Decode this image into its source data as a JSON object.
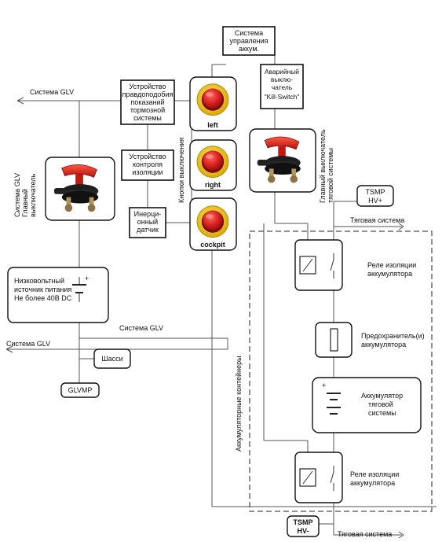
{
  "labels": {
    "glv_system_top": "Система GLV",
    "brake_plausibility": [
      "Устройство",
      "правдоподобия",
      "показаний",
      "тормозной",
      "системы"
    ],
    "insulation_monitor": [
      "Устройство",
      "контроля",
      "изоляции"
    ],
    "inertia_sensor": [
      "Инерци-",
      "онный",
      "датчик"
    ],
    "shutdown_buttons": "Кнопки выключения",
    "btn_left": "left",
    "btn_right": "right",
    "btn_cockpit": "cockpit",
    "accum_management": [
      "Система",
      "управления",
      "аккум."
    ],
    "kill_switch": [
      "Аварийный",
      "выклю-",
      "чатель",
      "\"Kill-Switch\""
    ],
    "main_switch_tractive": [
      "Главный выключатель",
      "тяговой системы"
    ],
    "main_switch_glv": [
      "Система GLV",
      "Главный",
      "выключатель"
    ],
    "tsmp_hv_plus": [
      "TSMP",
      "HV+"
    ],
    "tractive_system_top": "Тяговая система",
    "lv_source": [
      "Низковольтный",
      "источник питания",
      "Не более 40В DC"
    ],
    "plus_sign": "+",
    "glv_system_mid": "Система GLV",
    "glv_system_left": "Система GLV",
    "chassis": "Шасси",
    "glvmp": "GLVMP",
    "accum_containers": "Аккумуляторные контейнеры",
    "relay_top": [
      "Реле изоляции",
      "аккумулятора"
    ],
    "fuse": [
      "Предохранитель(и)",
      "аккумулятора"
    ],
    "accumulator": [
      "Аккумулятор",
      "тяговой",
      "системы"
    ],
    "relay_bottom": [
      "Реле изоляции",
      "аккумулятора"
    ],
    "tsmp_hv_minus": [
      "TSMP",
      "HV-"
    ],
    "tractive_system_bottom": "Тяговая система"
  },
  "icons": [
    "emergency-stop-button-icon",
    "battery-disconnect-switch-icon",
    "relay-icon",
    "fuse-icon",
    "battery-icon"
  ],
  "colors": {
    "button_red": "#d81e1e",
    "button_yellow": "#f2c500",
    "switch_red": "#e8261c",
    "line": "#555555"
  }
}
